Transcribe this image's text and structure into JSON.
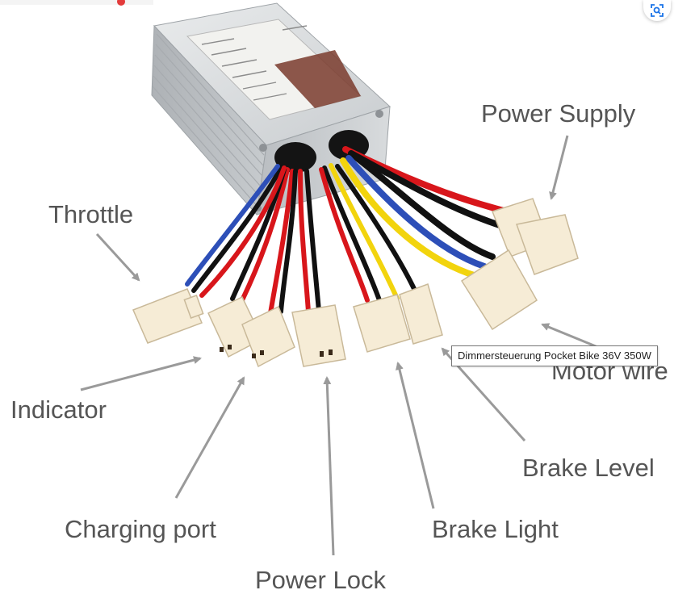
{
  "image": {
    "labels": {
      "power_supply": "Power Supply",
      "throttle": "Throttle",
      "motor_wire": "Motor wire",
      "indicator": "Indicator",
      "brake_level": "Brake Level",
      "charging_port": "Charging port",
      "brake_light": "Brake Light",
      "power_lock": "Power Lock"
    }
  },
  "tooltip": {
    "text": "Dimmersteuerung Pocket Bike 36V 350W"
  },
  "lens_button": {
    "icon": "lens-search-icon"
  },
  "colors": {
    "label": "#555555",
    "arrow": "#9a9a9a",
    "wire_red": "#d8161b",
    "wire_black": "#111111",
    "wire_yellow": "#f2d40d",
    "wire_blue": "#2d4fb8",
    "connector": "#f6ecd6",
    "housing": "#c4c8cb"
  }
}
